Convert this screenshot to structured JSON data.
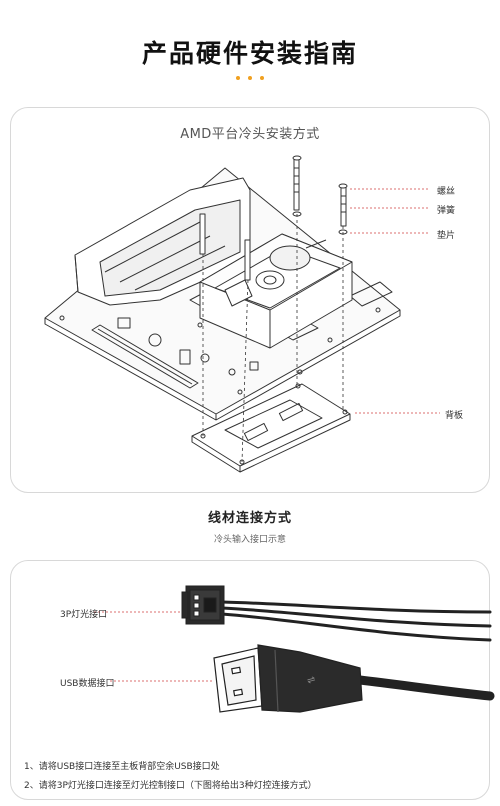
{
  "header": {
    "title": "产品硬件安装指南"
  },
  "install_card": {
    "title": "AMD平台冷头安装方式",
    "callouts": {
      "screw": "螺丝",
      "spring": "弹簧",
      "washer": "垫片",
      "backplate": "背板"
    }
  },
  "wiring_section": {
    "title": "线材连接方式",
    "subtitle": "冷头输入接口示意"
  },
  "wiring_card": {
    "labels": {
      "argb_port": "3P灯光接口",
      "usb_port": "USB数据接口"
    },
    "notes": [
      "1、请将USB接口连接至主板背部空余USB接口处",
      "2、请将3P灯光接口连接至灯光控制接口（下图将给出3种灯控连接方式）"
    ]
  },
  "colors": {
    "accent": "#f0a020",
    "callout_line": "#d04040",
    "line_art": "#333333"
  }
}
